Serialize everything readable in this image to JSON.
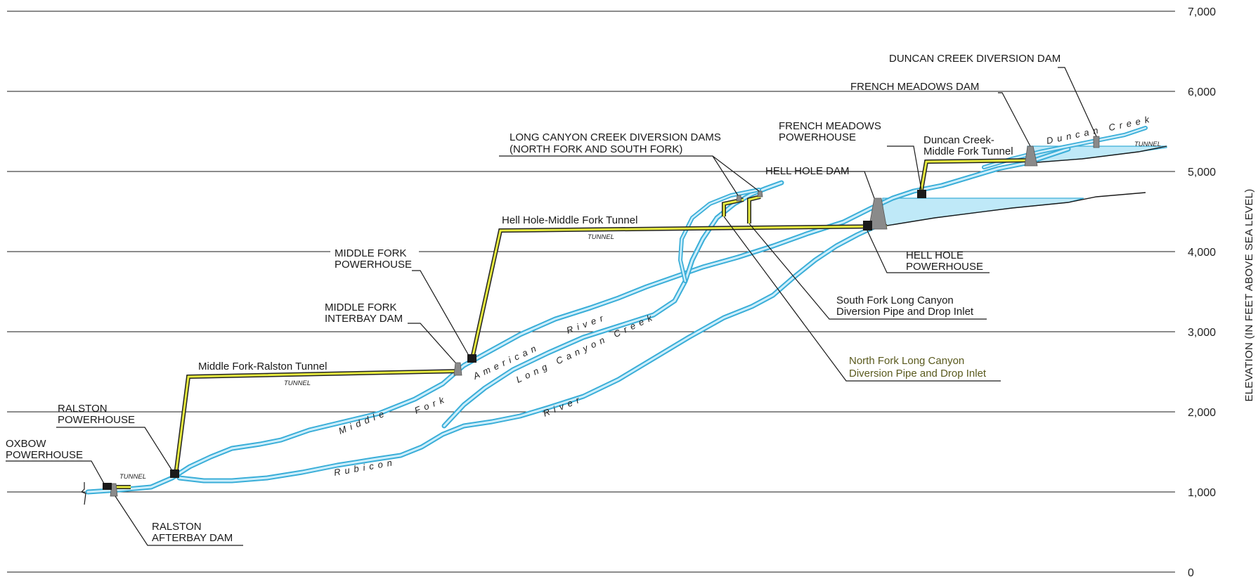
{
  "axis": {
    "label": "ELEVATION (IN FEET ABOVE SEA LEVEL)",
    "ticks": [
      "7,000",
      "6,000",
      "5,000",
      "4,000",
      "3,000",
      "2,000",
      "1,000",
      "0"
    ]
  },
  "labels": {
    "duncan_dam": "DUNCAN CREEK DIVERSION DAM",
    "french_dam": "FRENCH MEADOWS DAM",
    "french_ph_1": "FRENCH MEADOWS",
    "french_ph_2": "POWERHOUSE",
    "duncan_tunnel_1": "Duncan Creek-",
    "duncan_tunnel_2": "Middle Fork Tunnel",
    "long_canyon_dams_1": "LONG CANYON CREEK DIVERSION DAMS",
    "long_canyon_dams_2": "(NORTH FORK AND SOUTH FORK)",
    "hell_hole_dam": "HELL HOLE DAM",
    "hh_tunnel": "Hell Hole-Middle Fork Tunnel",
    "hh_ph_1": "HELL HOLE",
    "hh_ph_2": "POWERHOUSE",
    "mf_ph_1": "MIDDLE FORK",
    "mf_ph_2": "POWERHOUSE",
    "sf_pipe_1": "South Fork Long Canyon",
    "sf_pipe_2": "Diversion Pipe and Drop Inlet",
    "mf_interbay_1": "MIDDLE FORK",
    "mf_interbay_2": "INTERBAY DAM",
    "nf_pipe_1": "North Fork Long Canyon",
    "nf_pipe_2": "Diversion Pipe and Drop Inlet",
    "mf_ralston_tunnel": "Middle Fork-Ralston Tunnel",
    "ralston_ph_1": "RALSTON",
    "ralston_ph_2": "POWERHOUSE",
    "oxbow_ph_1": "OXBOW",
    "oxbow_ph_2": "POWERHOUSE",
    "ralston_dam_1": "RALSTON",
    "ralston_dam_2": "AFTERBAY DAM",
    "tunnel_tag": "TUNNEL"
  },
  "rivers": {
    "duncan_creek": "Duncan Creek",
    "middle_fork_1": "Middle",
    "middle_fork_2": "Fork",
    "middle_fork_3": "American",
    "middle_fork_4": "River",
    "long_canyon": "Long Canyon Creek",
    "rubicon_1": "Rubicon",
    "rubicon_2": "River"
  },
  "colors": {
    "water": "#3aaed8",
    "water_fill": "#bfe9f8",
    "tunnel": "#e6ea3f",
    "structure": "#1a1a1a",
    "dam": "#8a8a8a"
  }
}
